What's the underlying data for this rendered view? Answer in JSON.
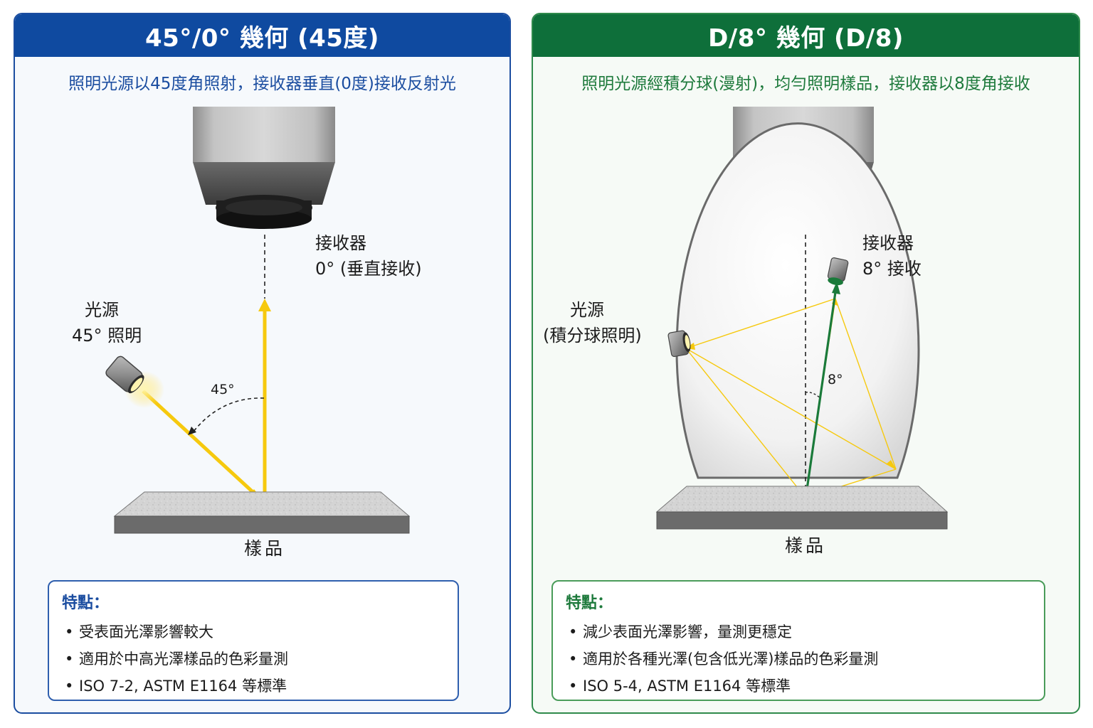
{
  "left_panel": {
    "header": "45°/0° 幾何 (45度)",
    "subtitle": "照明光源以45度角照射，接收器垂直(0度)接收反射光",
    "receiver_label_1": "接收器",
    "receiver_label_2": "0° (垂直接收)",
    "source_label_1": "光源",
    "source_label_2": "45° 照明",
    "angle_label": "45°",
    "sample_label": "樣品",
    "features_title": "特點：",
    "features": [
      "受表面光澤影響較大",
      "適用於中高光澤樣品的色彩量測",
      "ISO 7-2, ASTM E1164 等標準"
    ],
    "accent_color": "#0f4aa0"
  },
  "right_panel": {
    "header": "D/8° 幾何 (D/8)",
    "subtitle": "照明光源經積分球(漫射)，均勻照明樣品，接收器以8度角接收",
    "receiver_label_1": "接收器",
    "receiver_label_2": "8° 接收",
    "source_label_1": "光源",
    "source_label_2": "(積分球照明)",
    "angle_label": "8°",
    "sample_label": "樣品",
    "features_title": "特點：",
    "features": [
      "減少表面光澤影響，量測更穩定",
      "適用於各種光澤(包含低光澤)樣品的色彩量測",
      "ISO 5-4, ASTM E1164 等標準"
    ],
    "accent_color": "#0e6f3a"
  },
  "bullet": "•",
  "colors": {
    "light_ray": "#f6c90e",
    "received_ray": "#1a7a3a"
  }
}
